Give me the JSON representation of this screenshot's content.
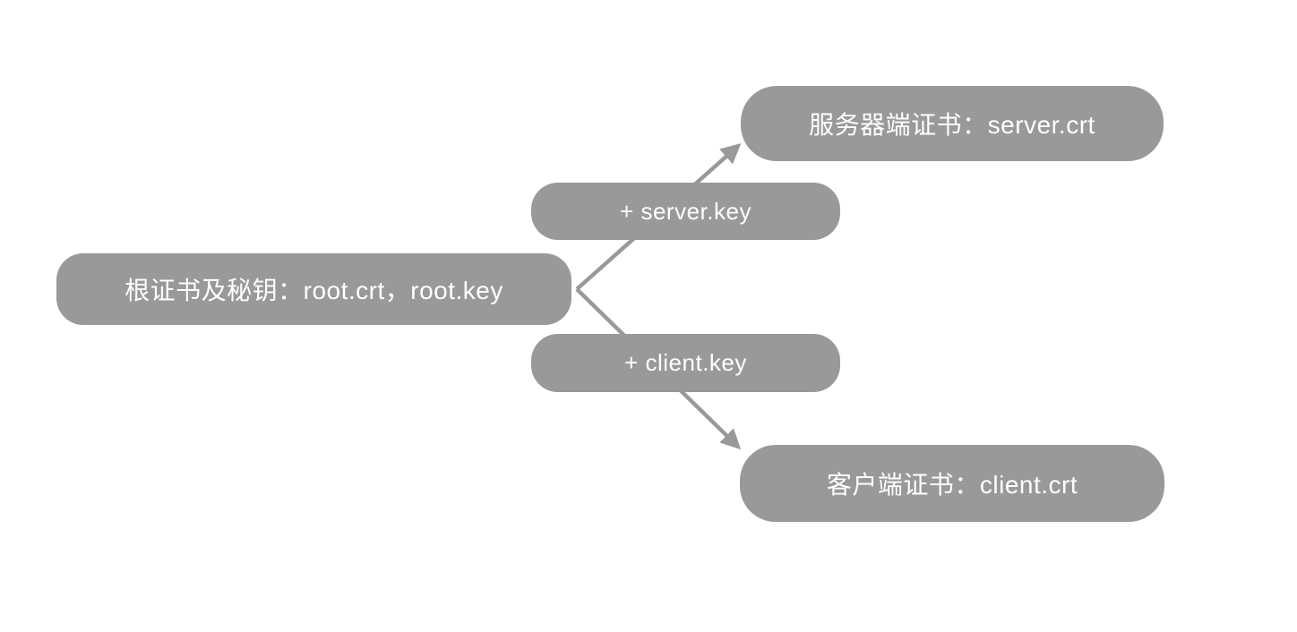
{
  "diagram": {
    "title": "certificate-generation-flow",
    "background_color": "#ffffff",
    "node_fill_color": "#999999",
    "node_text_color": "#ffffff",
    "arrow_color": "#999999",
    "nodes": [
      {
        "id": "root-cert",
        "label": "根证书及秘钥：root.crt，root.key"
      },
      {
        "id": "server-key",
        "label": "+ server.key"
      },
      {
        "id": "server-cert",
        "label": "服务器端证书：server.crt"
      },
      {
        "id": "client-key",
        "label": "+ client.key"
      },
      {
        "id": "client-cert",
        "label": "客户端证书：client.crt"
      }
    ],
    "edges": [
      {
        "from": "root-cert",
        "through": "server-key",
        "to": "server-cert"
      },
      {
        "from": "root-cert",
        "through": "client-key",
        "to": "client-cert"
      }
    ]
  }
}
